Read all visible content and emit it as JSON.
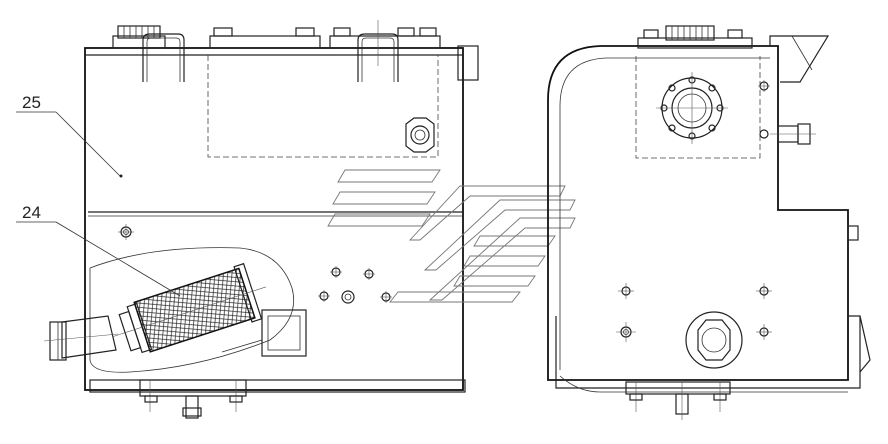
{
  "callouts": [
    {
      "id": "25",
      "text": "25"
    },
    {
      "id": "24",
      "text": "24"
    }
  ],
  "colors": {
    "line": "#222222",
    "background": "#ffffff",
    "watermark": "#777777"
  },
  "views": [
    "front-view",
    "side-view"
  ]
}
